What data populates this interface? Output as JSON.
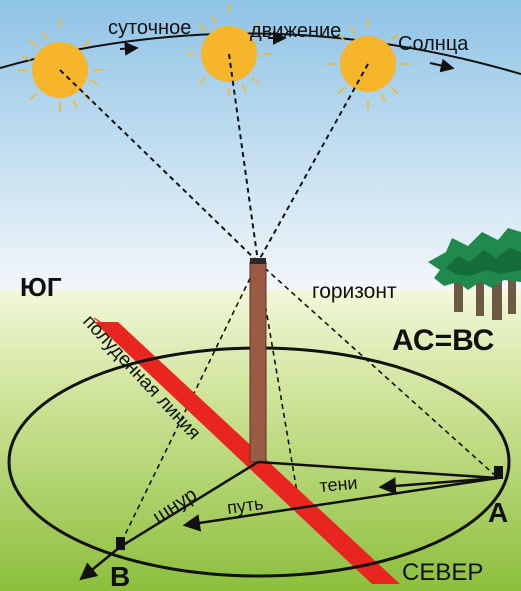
{
  "labels": {
    "sun_word_1": "суточное",
    "sun_word_2": "движение",
    "sun_word_3": "Солнца",
    "south": "ЮГ",
    "horizon": "горизонт",
    "equation": "АС=ВС",
    "noon_line": "полуденная линия",
    "cord": "шнур",
    "shadow_path_1": "путь",
    "shadow_path_2": "тени",
    "point_a": "А",
    "point_b": "В",
    "north": "СЕВЕР"
  },
  "colors": {
    "sky_top": "#8fc3e6",
    "sky_bottom": "#f6f9fb",
    "ground_top": "#f2f8da",
    "ground_bottom": "#8cbf3c",
    "sun": "#f7b52c",
    "pole": "#9a5b45",
    "noon_line": "#e8251f",
    "trees": "#1f8a4c",
    "trunks": "#6e5a44",
    "lines": "#111111"
  },
  "icons": {
    "sun": "sun-icon",
    "tree": "tree-icon",
    "marker": "stake-marker-icon"
  }
}
